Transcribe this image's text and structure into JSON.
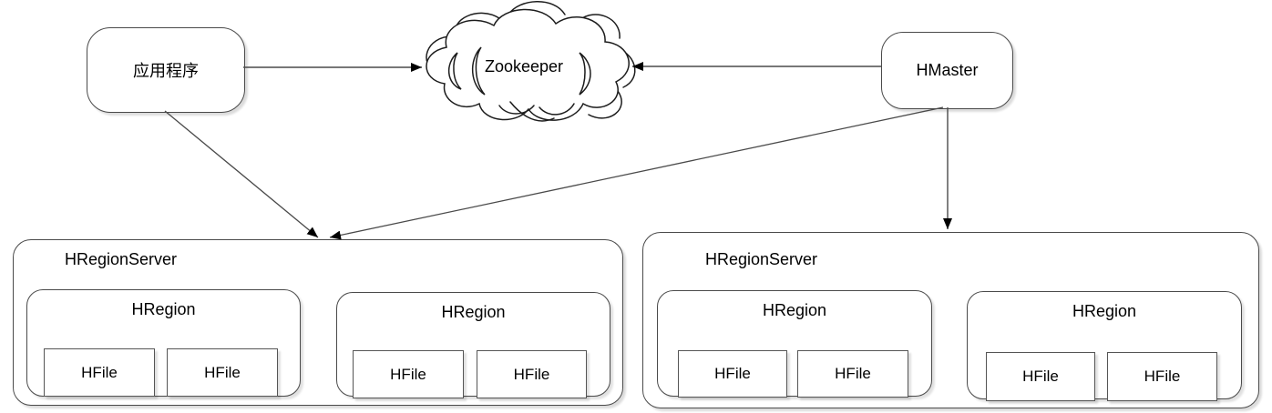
{
  "diagram": {
    "app": {
      "label": "应用程序"
    },
    "zookeeper": {
      "label": "Zookeeper"
    },
    "hmaster": {
      "label": "HMaster"
    },
    "servers": [
      {
        "label": "HRegionServer",
        "regions": [
          {
            "label": "HRegion",
            "files": [
              {
                "label": "HFile"
              },
              {
                "label": "HFile"
              }
            ]
          },
          {
            "label": "HRegion",
            "files": [
              {
                "label": "HFile"
              },
              {
                "label": "HFile"
              }
            ]
          }
        ]
      },
      {
        "label": "HRegionServer",
        "regions": [
          {
            "label": "HRegion",
            "files": [
              {
                "label": "HFile"
              },
              {
                "label": "HFile"
              }
            ]
          },
          {
            "label": "HRegion",
            "files": [
              {
                "label": "HFile"
              },
              {
                "label": "HFile"
              }
            ]
          }
        ]
      }
    ],
    "edges": [
      {
        "from": "应用程序",
        "to": "Zookeeper",
        "arrow": "into-cloud"
      },
      {
        "from": "HMaster",
        "to": "Zookeeper",
        "arrow": "into-cloud"
      },
      {
        "from": "应用程序",
        "to": "HRegionServer-left",
        "arrow": "down-onto-box"
      },
      {
        "from": "HMaster",
        "to": "HRegionServer-left",
        "arrow": "down-onto-box"
      },
      {
        "from": "HMaster",
        "to": "HRegionServer-right",
        "arrow": "down-onto-box"
      }
    ],
    "colors": {
      "stroke": "#4a4a4a",
      "arrowhead": "#000000",
      "fill": "#ffffff",
      "shadow": "rgba(0,0,0,0.14)"
    }
  }
}
